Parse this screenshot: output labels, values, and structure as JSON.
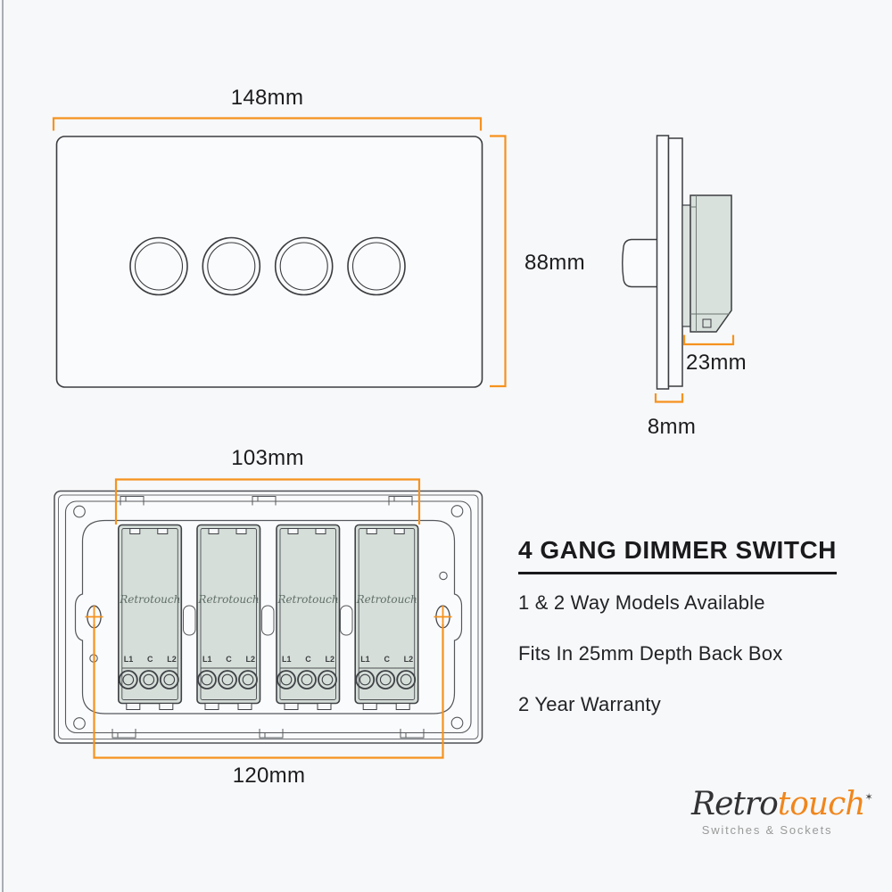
{
  "front_view": {
    "width_label": "148mm",
    "height_label": "88mm"
  },
  "side_view": {
    "module_depth_label": "23mm",
    "plate_depth_label": "8mm"
  },
  "back_view": {
    "top_span_label": "103mm",
    "mount_span_label": "120mm",
    "module_brand": "Retrotouch",
    "terminal_labels": [
      "L1",
      "C",
      "L2"
    ]
  },
  "info_panel": {
    "title": "4 GANG DIMMER SWITCH",
    "features": [
      "1 & 2 Way Models Available",
      "Fits In 25mm Depth Back Box",
      "2 Year Warranty"
    ]
  },
  "logo": {
    "brand_primary": "Retro",
    "brand_secondary": "touch",
    "mark": "✶",
    "tagline": "Switches & Sockets"
  },
  "colors": {
    "accent": "#F6921E",
    "line_dark": "#3a3c40",
    "line_medium": "#55585c",
    "module_fill": "#d6ded9",
    "text_primary": "#1c1c1e",
    "tagline_gray": "#9a9a9a",
    "background": "#f7f8f9"
  }
}
